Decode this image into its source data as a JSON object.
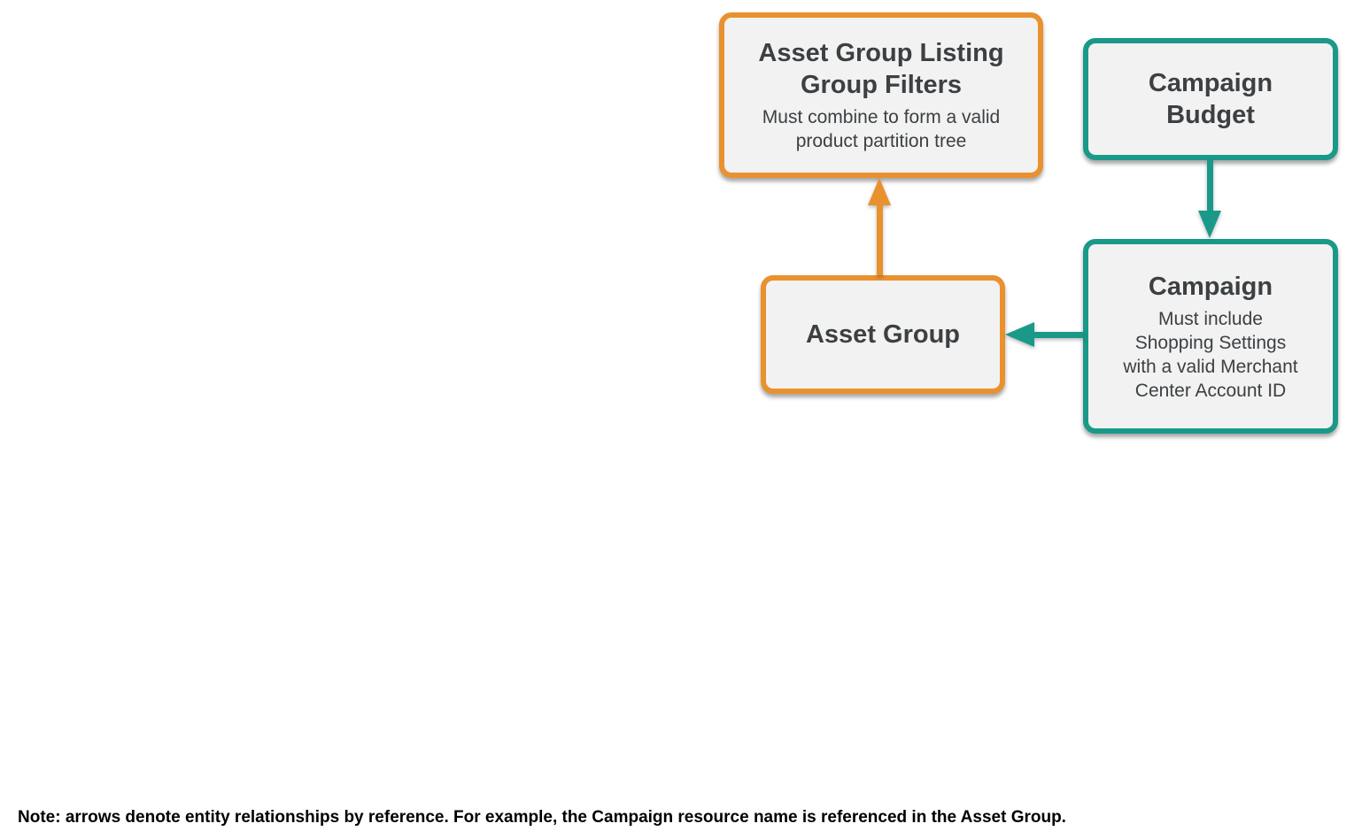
{
  "diagram": {
    "boxes": {
      "listing_filters": {
        "title": "Asset Group Listing\nGroup Filters",
        "subtitle": "Must combine to form a valid\nproduct partition tree",
        "accent_color": "#E9912F"
      },
      "campaign_budget": {
        "title": "Campaign\nBudget",
        "accent_color": "#1A9989"
      },
      "asset_group": {
        "title": "Asset Group",
        "accent_color": "#E9912F"
      },
      "campaign": {
        "title": "Campaign",
        "subtitle": "Must include\nShopping Settings\nwith a valid Merchant\nCenter Account ID",
        "accent_color": "#1A9989"
      }
    },
    "arrows": [
      {
        "from": "Asset Group",
        "to": "Asset Group Listing Group Filters",
        "direction": "up",
        "color": "#E9912F"
      },
      {
        "from": "Campaign Budget",
        "to": "Campaign",
        "direction": "down",
        "color": "#1A9989"
      },
      {
        "from": "Campaign",
        "to": "Asset Group",
        "direction": "left",
        "color": "#1A9989"
      }
    ],
    "colors": {
      "orange": "#E9912F",
      "teal": "#1A9989",
      "box_fill": "#F2F2F2",
      "box_text": "#3C4043",
      "note_text": "#000000",
      "background": "#FFFFFF"
    }
  },
  "note": "Note: arrows denote entity relationships by reference. For example, the Campaign resource name is referenced in the Asset Group."
}
